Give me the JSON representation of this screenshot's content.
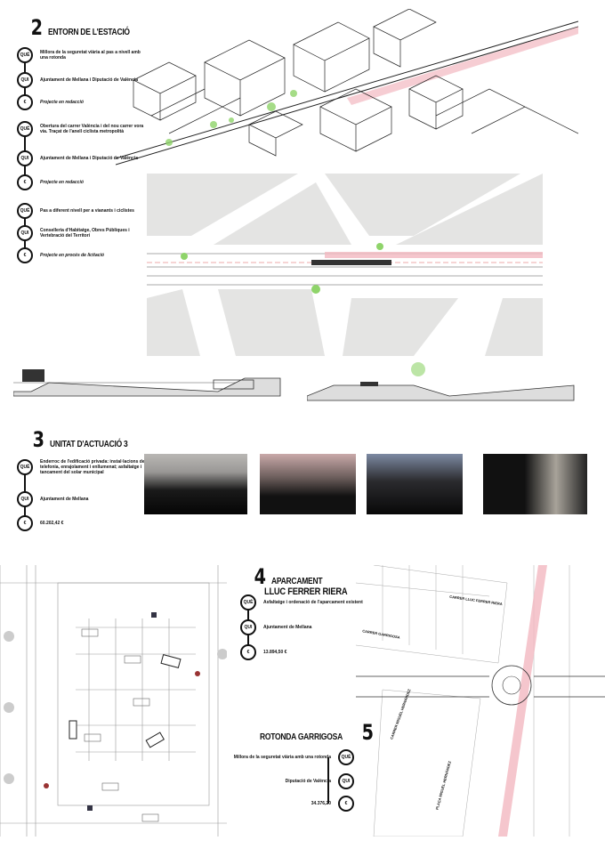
{
  "section2": {
    "number": "2",
    "title": "ENTORN DE L'ESTACIÓ",
    "groups": [
      [
        {
          "label": "QUÈ",
          "text": "Millora de la seguretat viària al pas a nivell amb una rotonda"
        },
        {
          "label": "QUI",
          "text": "Ajuntament de Mellana i Diputació de València"
        },
        {
          "label": "€",
          "text": "Projecte en redacció"
        }
      ],
      [
        {
          "label": "QUÈ",
          "text": "Obertura del carrer València i del nou carrer vora via. Traçat de l'anell ciclista metropolità"
        },
        {
          "label": "QUI",
          "text": "Ajuntament de Mellana i Diputació de València"
        },
        {
          "label": "€",
          "text": "Projecte en redacció"
        }
      ],
      [
        {
          "label": "QUÈ",
          "text": "Pas a diferent nivell per a vianants i ciclistes"
        },
        {
          "label": "QUI",
          "text": "Conselleria d'Habitatge, Obres Públiques i Vertebració del Territori"
        },
        {
          "label": "€",
          "text": "Projecte en procés de licitació"
        }
      ]
    ]
  },
  "section3": {
    "number": "3",
    "title": "UNITAT D'ACTUACIÓ 3",
    "items": [
      {
        "label": "QUÈ",
        "text": "Enderroc de l'edificació privada: instal·lacions de telefonia, enrajolament i enllumenat; asfaltatge i tancament del solar municipal"
      },
      {
        "label": "QUI",
        "text": "Ajuntament de Mellana"
      },
      {
        "label": "€",
        "text": "60.202,42 €"
      }
    ]
  },
  "section4": {
    "number": "4",
    "title_line1": "APARCAMENT",
    "title_line2": "LLUC FERRER RIERA",
    "items": [
      {
        "label": "QUÈ",
        "text": "Asfaltatge i ordenació de l'aparcament existent"
      },
      {
        "label": "QUI",
        "text": "Ajuntament de Mellana"
      },
      {
        "label": "€",
        "text": "13.894,50 €"
      }
    ]
  },
  "section5": {
    "number": "5",
    "title": "ROTONDA GARRIGOSA",
    "items": [
      {
        "label": "QUÈ",
        "text": "Millora de la seguretat viària amb una rotonda"
      },
      {
        "label": "QUI",
        "text": "Diputació de València"
      },
      {
        "label": "€",
        "text": "34.376,20"
      }
    ]
  },
  "map_labels": {
    "street1": "CARRER LLUC FERRER RIERA",
    "street2": "CARRER GARRIGOSA",
    "street3": "CARRER MIGUEL HERNÁNDEZ",
    "street4": "PLAÇA MIGUEL HERNÁNDEZ"
  },
  "colors": {
    "accent": "#f2b8c0",
    "green": "#8fd46a",
    "block": "#e4e4e3"
  }
}
